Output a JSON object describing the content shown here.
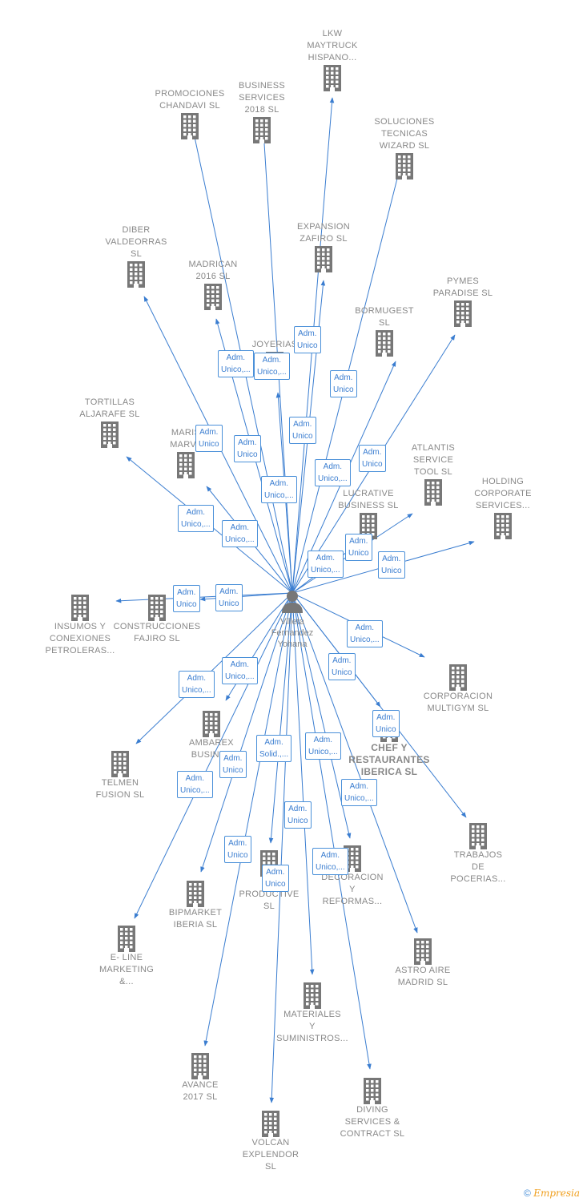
{
  "center": {
    "name": "Villeta\nFernandez\nYohana",
    "icon": "person-icon"
  },
  "colors": {
    "edge": "#3a7dd0",
    "node": "#777777",
    "label": "#888888"
  },
  "companies": [
    {
      "id": "lkw",
      "name": "LKW\nMAYTRUCK\nHISPANO..."
    },
    {
      "id": "promociones",
      "name": "PROMOCIONES\nCHANDAVI  SL"
    },
    {
      "id": "business",
      "name": "BUSINESS\nSERVICES\n2018  SL"
    },
    {
      "id": "soluciones",
      "name": "SOLUCIONES\nTECNICAS\nWIZARD  SL"
    },
    {
      "id": "diber",
      "name": "DIBER\nVALDEORRAS\nSL"
    },
    {
      "id": "expansion",
      "name": "EXPANSION\nZAFIRO  SL"
    },
    {
      "id": "madrican",
      "name": "MADRICAN\n2016  SL"
    },
    {
      "id": "pymes",
      "name": "PYMES\nPARADISE  SL"
    },
    {
      "id": "bormugest",
      "name": "BORMUGEST\nSL"
    },
    {
      "id": "joyerias",
      "name": "JOYERIAS"
    },
    {
      "id": "tortillas",
      "name": "TORTILLAS\nALJARAFE  SL"
    },
    {
      "id": "maris",
      "name": "MARIS\nMARVA"
    },
    {
      "id": "atlantis",
      "name": "ATLANTIS\nSERVICE\nTOOL  SL"
    },
    {
      "id": "holding",
      "name": "HOLDING\nCORPORATE\nSERVICES..."
    },
    {
      "id": "lucrative",
      "name": "LUCRATIVE\nBUSINESS  SL"
    },
    {
      "id": "insumos",
      "name": "INSUMOS Y\nCONEXIONES\nPETROLERAS..."
    },
    {
      "id": "construcciones",
      "name": "CONSTRUCCIONES\nFAJIRO  SL"
    },
    {
      "id": "corporacion",
      "name": "CORPORACION\nMULTIGYM SL"
    },
    {
      "id": "ambarex",
      "name": "AMBAREX\nBUSINES"
    },
    {
      "id": "chef",
      "name": "CHEF Y\nRESTAURANTES\nIBERICA  SL"
    },
    {
      "id": "telmen",
      "name": "TELMEN\nFUSION  SL"
    },
    {
      "id": "trabajos",
      "name": "TRABAJOS\nDE\nPOCERIAS..."
    },
    {
      "id": "lp",
      "name": "LI\nPRODUCTIVE\nSL"
    },
    {
      "id": "decoracion",
      "name": "DECORACION\nY\nREFORMAS..."
    },
    {
      "id": "bipmarket",
      "name": "BIPMARKET\nIBERIA  SL"
    },
    {
      "id": "eline",
      "name": "E- LINE\nMARKETING\n&..."
    },
    {
      "id": "astro",
      "name": "ASTRO AIRE\nMADRID  SL"
    },
    {
      "id": "materiales",
      "name": "MATERIALES\nY\nSUMINISTROS..."
    },
    {
      "id": "avance",
      "name": "AVANCE\n2017  SL"
    },
    {
      "id": "diving",
      "name": "DIVING\nSERVICES &\nCONTRACT  SL"
    },
    {
      "id": "volcan",
      "name": "VOLCAN\nEXPLENDOR\nSL"
    }
  ],
  "relations": [
    {
      "to": "lkw",
      "label": "Adm.\nUnico"
    },
    {
      "to": "promociones",
      "label": "Adm.\nUnico,..."
    },
    {
      "to": "business",
      "label": "Adm.\nUnico,..."
    },
    {
      "to": "soluciones",
      "label": "Adm.\nUnico"
    },
    {
      "to": "diber",
      "label": "Adm.\nUnico"
    },
    {
      "to": "expansion",
      "label": "Adm.\nUnico"
    },
    {
      "to": "madrican",
      "label": "Adm.\nUnico"
    },
    {
      "to": "pymes",
      "label": "Adm.\nUnico"
    },
    {
      "to": "bormugest",
      "label": "Adm.\nUnico,..."
    },
    {
      "to": "joyerias",
      "label": "Adm.\nUnico,..."
    },
    {
      "to": "tortillas",
      "label": "Adm.\nUnico,..."
    },
    {
      "to": "maris",
      "label": "Adm.\nUnico,..."
    },
    {
      "to": "atlantis",
      "label": "Adm.\nUnico"
    },
    {
      "to": "holding",
      "label": "Adm.\nUnico"
    },
    {
      "to": "lucrative",
      "label": "Adm.\nUnico,..."
    },
    {
      "to": "insumos",
      "label": "Adm.\nUnico"
    },
    {
      "to": "construcciones",
      "label": "Adm.\nUnico"
    },
    {
      "to": "corporacion",
      "label": "Adm.\nUnico,..."
    },
    {
      "to": "ambarex",
      "label": "Adm.\nUnico,..."
    },
    {
      "to": "chef",
      "label": "Adm.\nUnico"
    },
    {
      "to": "telmen",
      "label": "Adm.\nUnico,..."
    },
    {
      "to": "trabajos",
      "label": "Adm.\nUnico"
    },
    {
      "to": "lp",
      "label": "Adm.\nSolid.,..."
    },
    {
      "to": "decoracion",
      "label": "Adm.\nUnico,..."
    },
    {
      "to": "bipmarket",
      "label": "Adm.\nUnico"
    },
    {
      "to": "eline",
      "label": "Adm.\nUnico,..."
    },
    {
      "to": "astro",
      "label": "Adm.\nUnico,..."
    },
    {
      "to": "materiales",
      "label": "Adm.\nUnico"
    },
    {
      "to": "avance",
      "label": "Adm.\nUnico"
    },
    {
      "to": "diving",
      "label": "Adm.\nUnico,..."
    },
    {
      "to": "volcan",
      "label": "Adm.\nUnico"
    }
  ],
  "footer": {
    "copyright": "©",
    "brand": "Empresia"
  }
}
